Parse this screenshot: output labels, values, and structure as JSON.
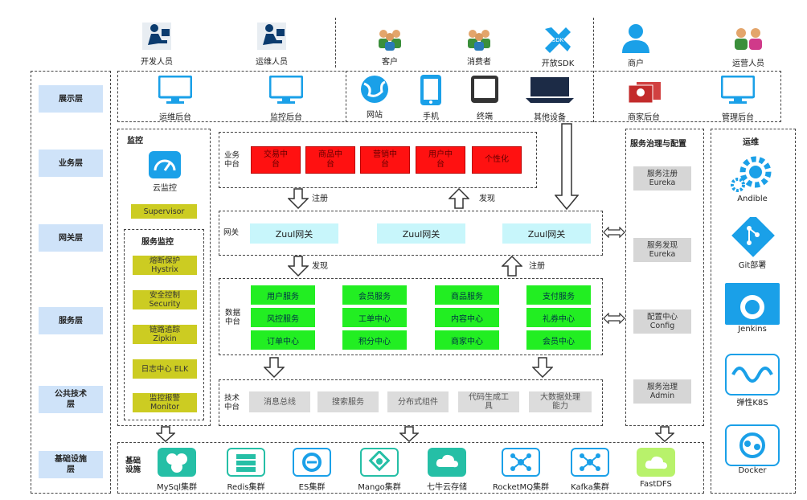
{
  "roles": [
    {
      "label": "开发人员",
      "icon": "developer-icon"
    },
    {
      "label": "运维人员",
      "icon": "operator-icon"
    },
    {
      "label": "客户",
      "icon": "customers-icon"
    },
    {
      "label": "消费者",
      "icon": "consumers-icon"
    },
    {
      "label": "开放SDK",
      "icon": "sdk-icon"
    },
    {
      "label": "商户",
      "icon": "merchant-icon"
    },
    {
      "label": "运营人员",
      "icon": "operations-staff-icon"
    }
  ],
  "layers": [
    "展示层",
    "业务层",
    "网关层",
    "服务层",
    "公共技术层",
    "基础设施层"
  ],
  "display": [
    "运维后台",
    "监控后台",
    "网站",
    "手机",
    "终端",
    "其他设备",
    "商家后台",
    "管理后台"
  ],
  "monitor": {
    "title": "监控",
    "cloud": "云监控",
    "supervisor": "Supervisor",
    "service_title": "服务监控",
    "items": [
      "熔断保护 Hystrix",
      "安全控制 Security",
      "链路追踪 Zipkin",
      "日志中心 ELK",
      "监控报警 Monitor"
    ]
  },
  "business": {
    "label": "业务中台",
    "items": [
      "交易中台",
      "商品中台",
      "营销中台",
      "用户中台",
      "个性化"
    ]
  },
  "arrows": {
    "register": "注册",
    "discover": "发现"
  },
  "gateway": {
    "label": "网关",
    "items": [
      "Zuul网关",
      "Zuul网关",
      "Zuul网关"
    ]
  },
  "data_center": {
    "label": "数据中台",
    "items": [
      "用户服务",
      "会员服务",
      "商品服务",
      "支付服务",
      "风控服务",
      "工单中心",
      "内容中心",
      "礼券中心",
      "订单中心",
      "积分中心",
      "商家中心",
      "会员中心"
    ]
  },
  "tech": {
    "label": "技术中台",
    "items": [
      "消息总线",
      "搜索服务",
      "分布式组件",
      "代码生成工具",
      "大数据处理能力"
    ]
  },
  "governance": {
    "title": "服务治理与配置",
    "items": [
      "服务注册 Eureka",
      "服务发现 Eureka",
      "配置中心 Config",
      "服务治理 Admin"
    ]
  },
  "ops": {
    "title": "运维",
    "items": [
      "Andible",
      "Git部署",
      "Jenkins",
      "弹性K8S",
      "Docker"
    ]
  },
  "infra": {
    "label": "基础设施",
    "items": [
      "MySql集群",
      "Redis集群",
      "ES集群",
      "Mango集群",
      "七牛云存储",
      "RocketMQ集群",
      "Kafka集群",
      "FastDFS"
    ]
  },
  "colors": {
    "red": "#ff1111",
    "cyan": "#c8f6fb",
    "green": "#22ee22",
    "olive": "#cccc22",
    "blue": "#1aa0e8",
    "teal": "#25bfa6"
  }
}
